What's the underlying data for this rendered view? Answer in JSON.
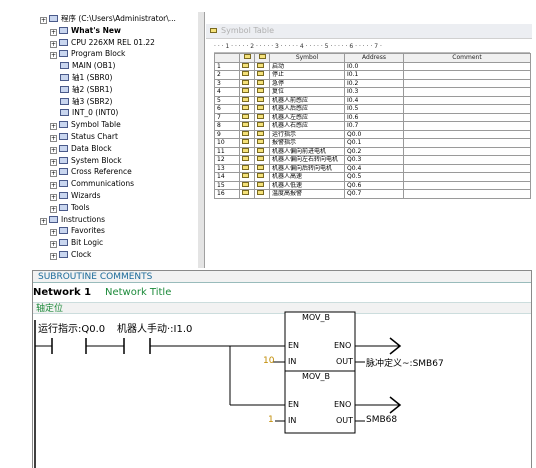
{
  "tree": {
    "items": [
      {
        "label": "程序 (C:\\Users\\Administrator\\...",
        "level": 0
      },
      {
        "label": "What's New",
        "level": 1,
        "bold": true
      },
      {
        "label": "CPU 226XM REL 01.22",
        "level": 1
      },
      {
        "label": "Program Block",
        "level": 1
      },
      {
        "label": "MAIN (OB1)",
        "level": 2
      },
      {
        "label": "轴1 (SBR0)",
        "level": 2
      },
      {
        "label": "轴2 (SBR1)",
        "level": 2
      },
      {
        "label": "轴3 (SBR2)",
        "level": 2
      },
      {
        "label": "INT_0 (INT0)",
        "level": 2
      },
      {
        "label": "Symbol Table",
        "level": 1
      },
      {
        "label": "Status Chart",
        "level": 1
      },
      {
        "label": "Data Block",
        "level": 1
      },
      {
        "label": "System Block",
        "level": 1
      },
      {
        "label": "Cross Reference",
        "level": 1
      },
      {
        "label": "Communications",
        "level": 1
      },
      {
        "label": "Wizards",
        "level": 1
      },
      {
        "label": "Tools",
        "level": 1
      },
      {
        "label": "Instructions",
        "level": 0
      },
      {
        "label": "Favorites",
        "level": 1
      },
      {
        "label": "Bit Logic",
        "level": 1
      },
      {
        "label": "Clock",
        "level": 1
      }
    ]
  },
  "symbol_window": {
    "title": "Symbol Table",
    "ruler": "· · · 1 · · · · · 2 · · · · · 3 · · · · · 4 · · · · · 5 · · · · · 6 · · · · · 7 ·",
    "headers": [
      "",
      "Symbol",
      "Address",
      "Comment"
    ],
    "rows": [
      [
        "1",
        "启动",
        "I0.0",
        ""
      ],
      [
        "2",
        "停止",
        "I0.1",
        ""
      ],
      [
        "3",
        "急停",
        "I0.2",
        ""
      ],
      [
        "4",
        "复位",
        "I0.3",
        ""
      ],
      [
        "5",
        "机器人前感应",
        "I0.4",
        ""
      ],
      [
        "6",
        "机器人后感应",
        "I0.5",
        ""
      ],
      [
        "7",
        "机器人左感应",
        "I0.6",
        ""
      ],
      [
        "8",
        "机器人右感应",
        "I0.7",
        ""
      ],
      [
        "9",
        "运行指示",
        "Q0.0",
        ""
      ],
      [
        "10",
        "报警指示",
        "Q0.1",
        ""
      ],
      [
        "11",
        "机器人偏向前进电机",
        "Q0.2",
        ""
      ],
      [
        "12",
        "机器人偏向左右转向电机",
        "Q0.3",
        ""
      ],
      [
        "13",
        "机器人偏向后转向电机",
        "Q0.4",
        ""
      ],
      [
        "14",
        "机器人高速",
        "Q0.5",
        ""
      ],
      [
        "15",
        "机器人低速",
        "Q0.6",
        ""
      ],
      [
        "16",
        "温度高报警",
        "Q0.7",
        ""
      ]
    ]
  },
  "ladder": {
    "subroutine_comments": "SUBROUTINE COMMENTS",
    "network_label": "Network 1",
    "network_title": "Network Title",
    "network_comment": "轴定位",
    "contact1": "运行指示:Q0.0",
    "contact2": "机器人手动·:I1.0",
    "block1": {
      "name": "MOV_B",
      "en": "EN",
      "eno": "ENO",
      "in": "IN",
      "out": "OUT",
      "in_val": "10",
      "out_val": "脉冲定义~:SMB67"
    },
    "block2": {
      "name": "MOV_B",
      "en": "EN",
      "eno": "ENO",
      "in": "IN",
      "out": "OUT",
      "in_val": "1",
      "out_val": "SMB68"
    }
  }
}
